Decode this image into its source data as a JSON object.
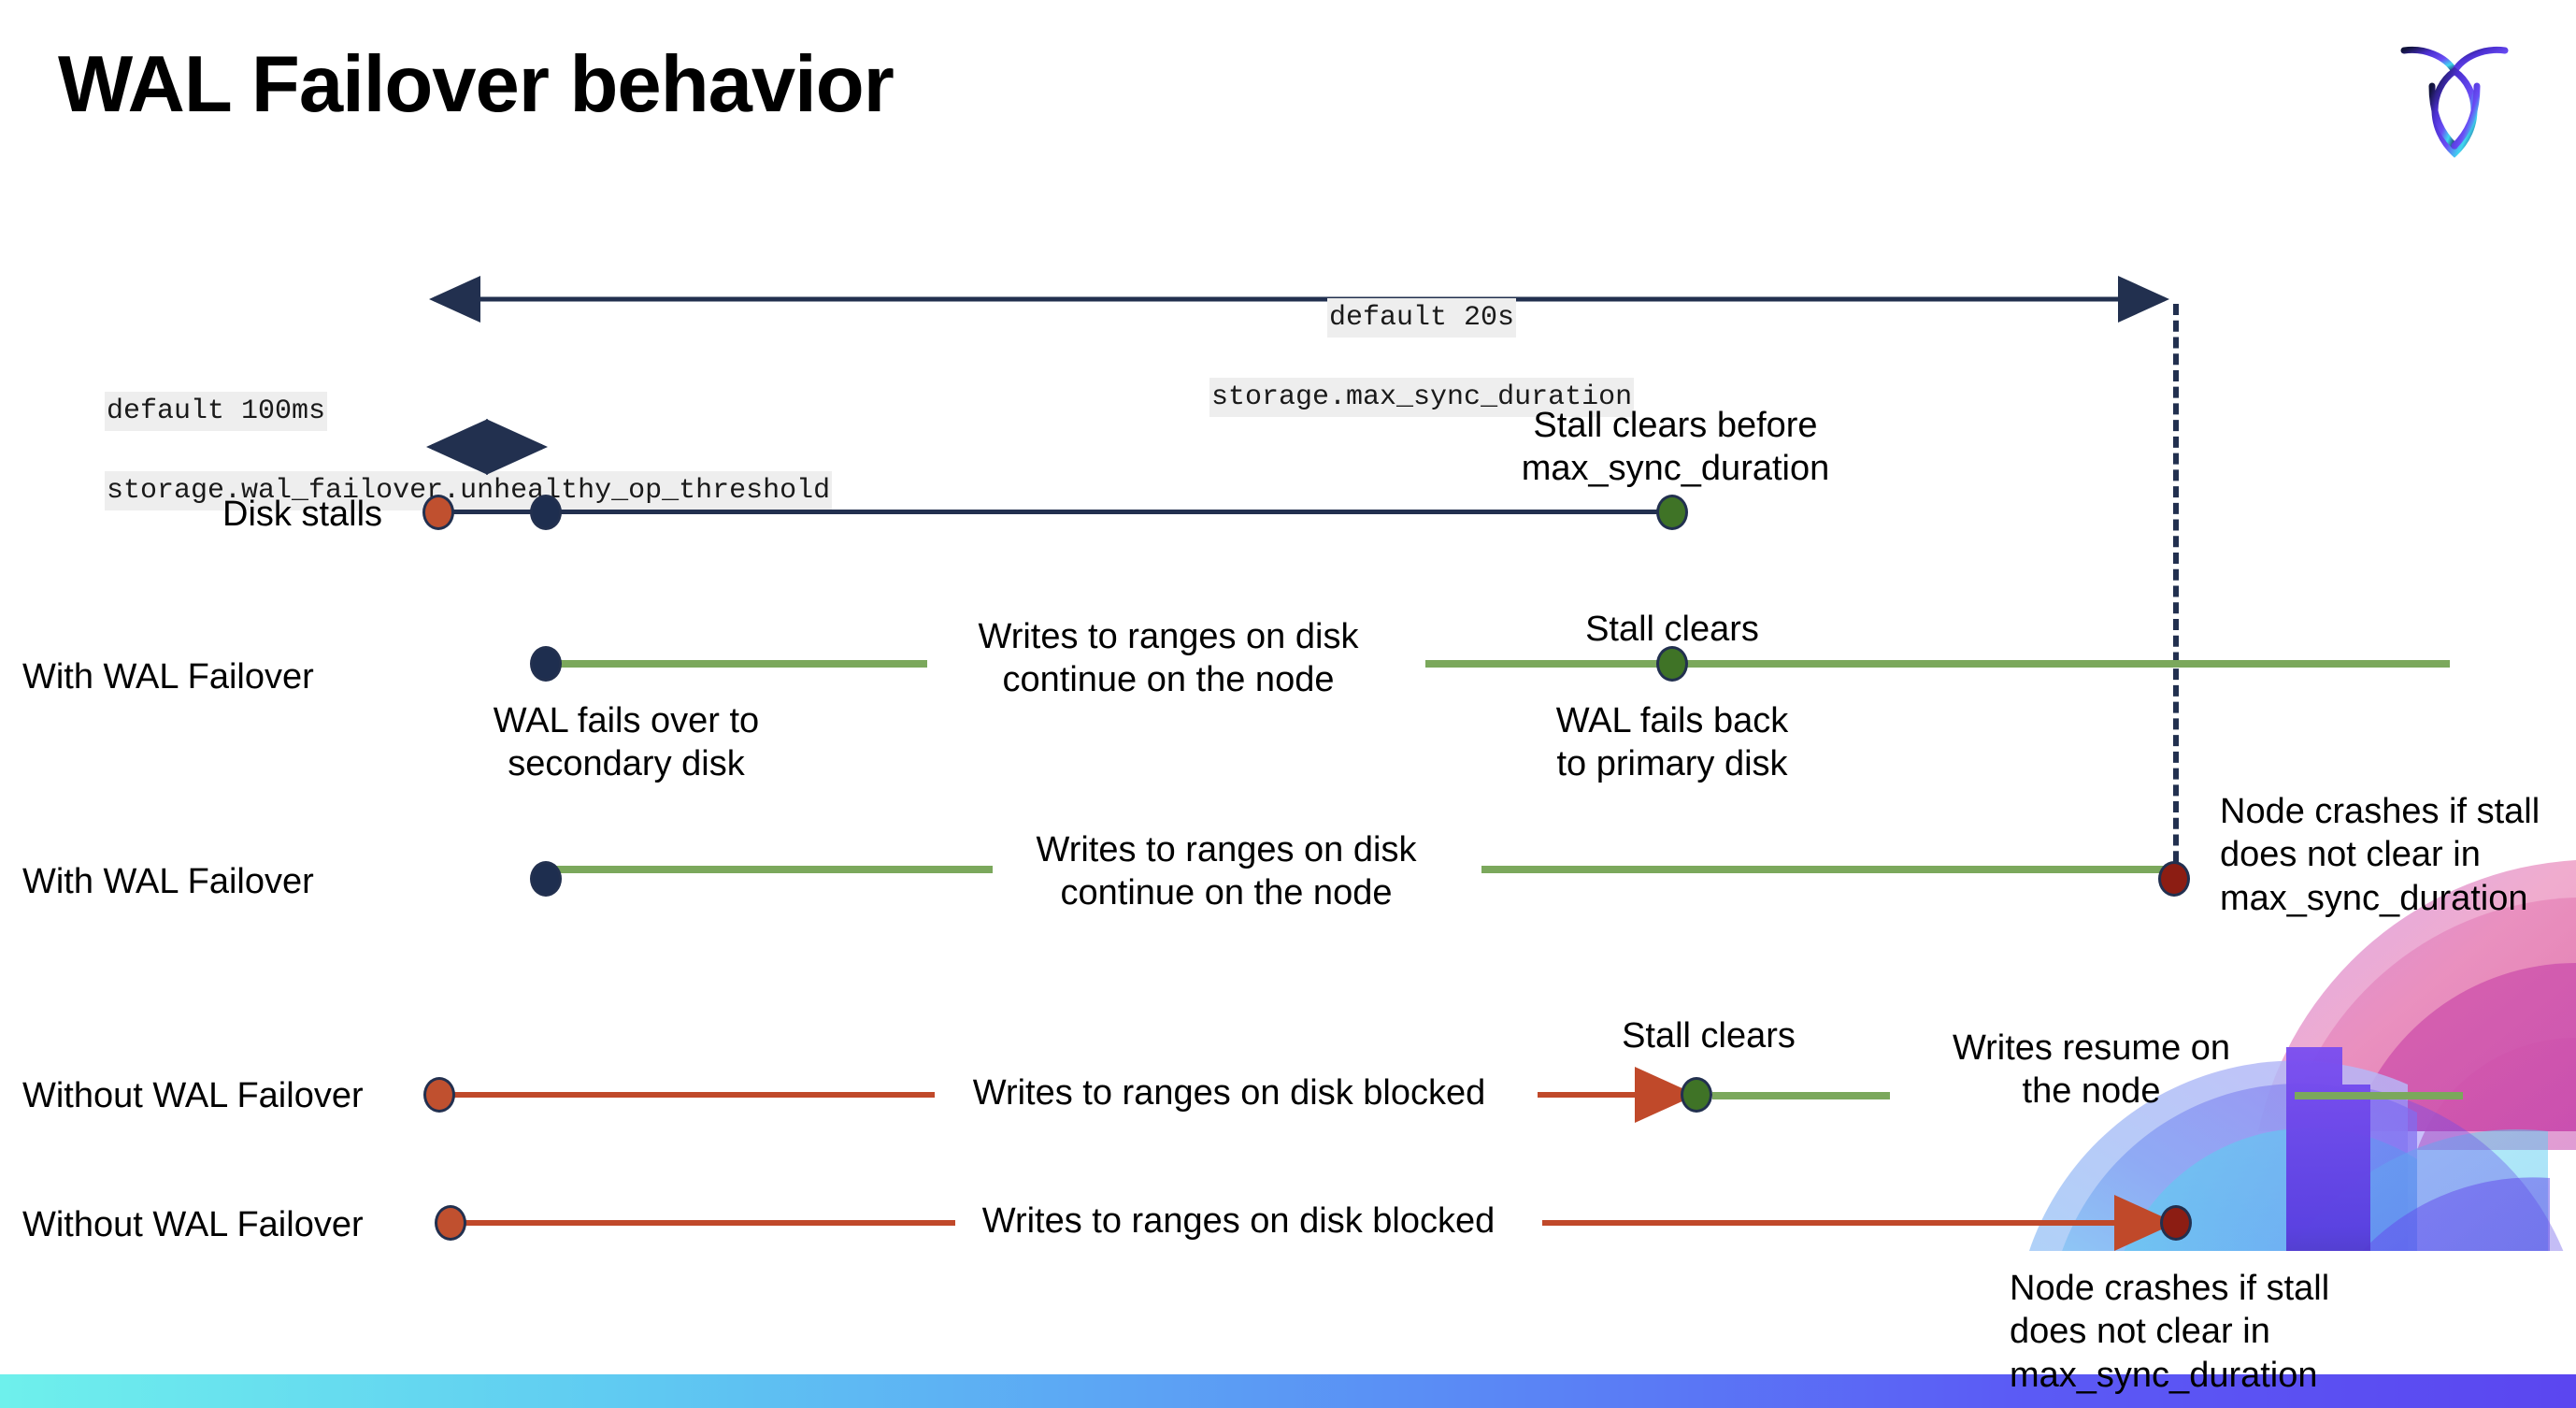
{
  "slide": {
    "title": "WAL Failover behavior",
    "logo_name": "cockroachdb-logo"
  },
  "colors": {
    "navy": "#22304f",
    "green_line": "#7ba85c",
    "red_line": "#c0492a",
    "dot_orange": "#c0502f",
    "dot_navy": "#1e2e4f",
    "dot_green": "#3f7326",
    "dot_darkred": "#8c1d13",
    "tag_background": "#eeeeee",
    "bottom_bar_gradient_from": "#6ef0ec",
    "bottom_bar_gradient_to": "#5b46f0"
  },
  "settings": {
    "max_sync_duration": {
      "default_line": "default 20s",
      "name_line": "storage.max_sync_duration"
    },
    "unhealthy_op_threshold": {
      "default_line": "default 100ms",
      "name_line": "storage.wal_failover.unhealthy_op_threshold"
    }
  },
  "rows": [
    {
      "id": "disk-stalls",
      "label": "Disk stalls",
      "annotation": "Stall clears before\nmax_sync_duration"
    },
    {
      "id": "with-wal-failover-recovers",
      "label": "With WAL Failover",
      "note_start": "WAL fails over to\nsecondary disk",
      "note_middle": "Writes to ranges on disk\ncontinue on the node",
      "note_clears": "Stall clears",
      "note_back": "WAL fails  back\nto primary disk"
    },
    {
      "id": "with-wal-failover-crashes",
      "label": "With WAL Failover",
      "note_middle": "Writes to ranges on disk\ncontinue on the node",
      "note_crash": "Node crashes if stall\ndoes not clear in\nmax_sync_duration"
    },
    {
      "id": "without-wal-failover-recovers",
      "label": "Without WAL Failover",
      "note_blocked": "Writes to ranges on disk  blocked",
      "note_clears": "Stall clears",
      "note_resume": "Writes resume on\nthe node"
    },
    {
      "id": "without-wal-failover-crashes",
      "label": "Without WAL Failover",
      "note_blocked": "Writes to ranges on disk  blocked",
      "note_crash": "Node crashes if stall\ndoes not clear in\nmax_sync_duration"
    }
  ]
}
